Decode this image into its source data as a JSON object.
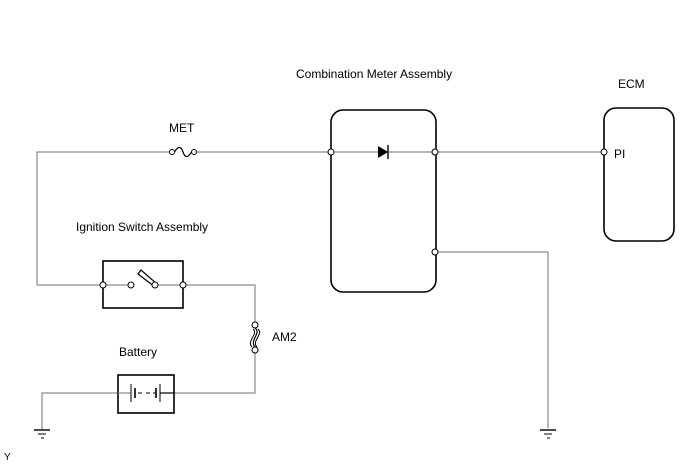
{
  "diagram": {
    "components": {
      "combination_meter": {
        "label": "Combination Meter Assembly"
      },
      "ecm": {
        "label": "ECM",
        "pin_label": "PI"
      },
      "met_fuse": {
        "label": "MET"
      },
      "ignition_switch": {
        "label": "Ignition Switch Assembly"
      },
      "am2_fuse": {
        "label": "AM2"
      },
      "battery": {
        "label": "Battery"
      }
    },
    "footer_mark": "Y",
    "icons": {
      "fuse": "fuse-icon",
      "diode": "diode-icon",
      "switch": "switch-icon",
      "fusible_link": "fusible-link-icon",
      "battery_cell": "battery-icon",
      "ground": "ground-icon"
    },
    "colors": {
      "wire": "#8a8a8a",
      "outline": "#000000",
      "background": "#ffffff"
    }
  }
}
